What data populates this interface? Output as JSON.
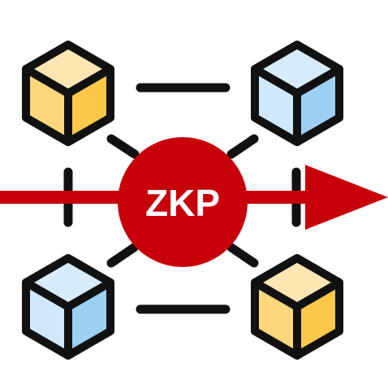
{
  "badge": {
    "label": "ZKP"
  },
  "colors": {
    "arrow": "#c8000a",
    "badge_fill": "#c8000a",
    "badge_text": "#ffffff",
    "outline": "#111111",
    "yellow_top": "#ffe6b3",
    "yellow_left": "#fdd77a",
    "yellow_right": "#fbc84a",
    "blue_top": "#d7ecfb",
    "blue_left": "#cfe8fb",
    "blue_right": "#9cd0f3"
  },
  "nodes": [
    {
      "name": "cube-top-left",
      "color": "yellow"
    },
    {
      "name": "cube-top-right",
      "color": "blue"
    },
    {
      "name": "cube-bottom-left",
      "color": "blue"
    },
    {
      "name": "cube-bottom-right",
      "color": "yellow"
    }
  ],
  "icons": {
    "cube": "cube-icon",
    "arrow": "arrow-right-icon"
  }
}
